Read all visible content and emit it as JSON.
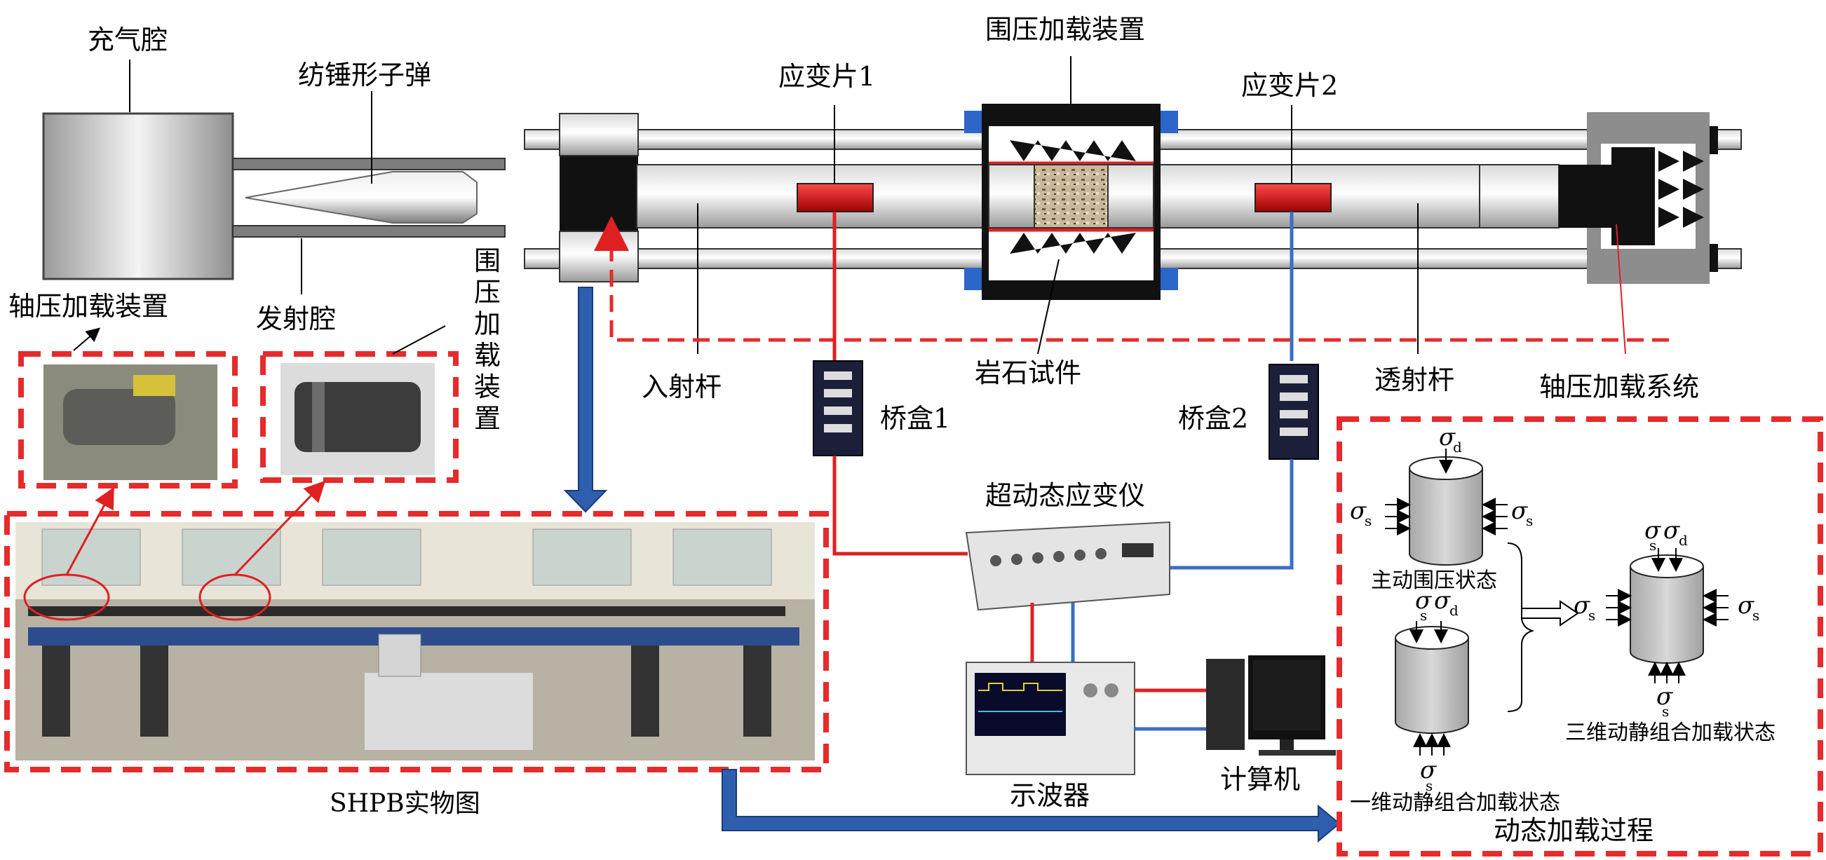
{
  "labels": {
    "gas_chamber": "充气腔",
    "spindle_bullet": "纺锤形子弹",
    "launch_chamber": "发射腔",
    "axial_loading_device": "轴压加载装置",
    "confining_device_photo": [
      "围",
      "压",
      "加",
      "载",
      "装",
      "置"
    ],
    "strain_gauge_1": "应变片1",
    "confining_loading_device": "围压加载装置",
    "strain_gauge_2": "应变片2",
    "incident_bar": "入射杆",
    "rock_specimen": "岩石试件",
    "transmitted_bar": "透射杆",
    "axial_loading_system": "轴压加载系统",
    "bridge_box_1": "桥盒1",
    "bridge_box_2": "桥盒2",
    "dynamic_strain_meter": "超动态应变仪",
    "oscilloscope": "示波器",
    "computer": "计算机",
    "shpb_photo": "SHPB实物图",
    "dynamic_loading_process": "动态加载过程"
  },
  "stress_states": {
    "active_confining": "主动围压状态",
    "one_dimensional": "一维动静组合加载状态",
    "three_dimensional": "三维动静组合加载状态",
    "sigma": "σ",
    "sub_d": "d",
    "sub_s": "s"
  },
  "colors": {
    "red_signal": "#e02020",
    "blue_signal": "#3b6fc0",
    "dashed_red": "#e52b2b",
    "big_arrow_blue": "#2e5fae"
  }
}
